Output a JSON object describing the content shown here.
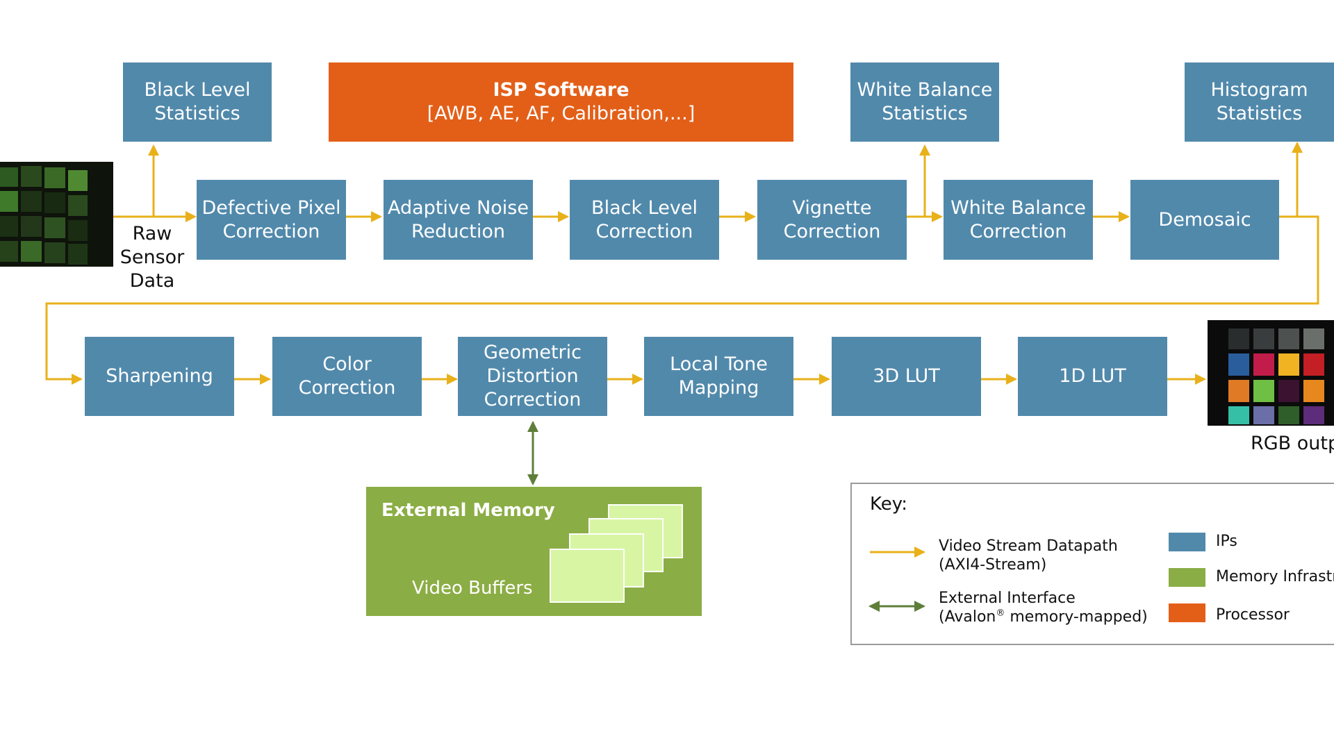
{
  "diagram": {
    "processor": {
      "title": "ISP Software",
      "subtitle": "[AWB, AE, AF, Calibration,...]"
    },
    "stats": {
      "black_level": "Black Level Statistics",
      "white_balance": "White Balance Statistics",
      "histogram": "Histogram Statistics"
    },
    "input_label": "Raw Sensor Data",
    "output_label": "RGB outp",
    "row1": [
      "Defective Pixel Correction",
      "Adaptive Noise Reduction",
      "Black Level Correction",
      "Vignette Correction",
      "White Balance Correction",
      "Demosaic"
    ],
    "row2": [
      "Sharpening",
      "Color Correction",
      "Geometric Distortion Correction",
      "Local Tone Mapping",
      "3D LUT",
      "1D LUT"
    ],
    "memory": {
      "title": "External Memory",
      "subtitle": "Video Buffers"
    }
  },
  "key": {
    "title": "Key:",
    "datapath_line1": "Video Stream Datapath",
    "datapath_line2": "(AXI4-Stream)",
    "interface_line1": "External Interface",
    "interface_line2a": "(Avalon",
    "interface_reg": "®",
    "interface_line2b": " memory-mapped)",
    "ips": "IPs",
    "memory": "Memory Infrastru",
    "processor": "Processor"
  },
  "colors": {
    "ip": "#5189ab",
    "processor": "#e35f18",
    "memory": "#8bad45",
    "buffer": "#d7f5a3",
    "stream_arrow": "#e8b11a",
    "interface_arrow": "#5e7e3a"
  }
}
